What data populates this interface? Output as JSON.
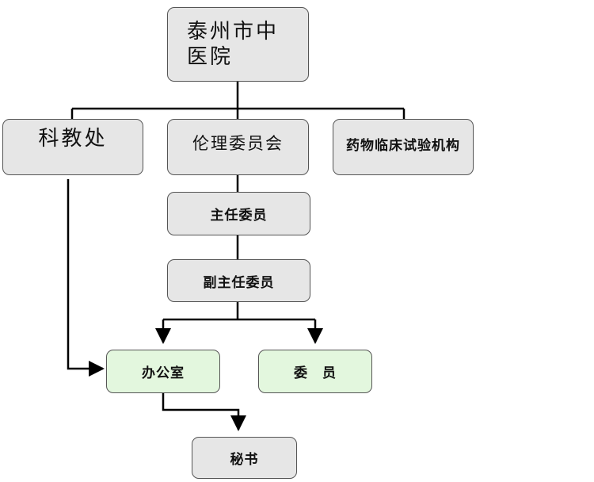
{
  "org_chart": {
    "root": "泰州市中医院",
    "level1": [
      "科教处",
      "伦理委员会",
      "药物临床试验机构"
    ],
    "director": "主任委员",
    "vice_director": "副主任委员",
    "office": "办公室",
    "members": "委　员",
    "secretary": "秘书"
  }
}
